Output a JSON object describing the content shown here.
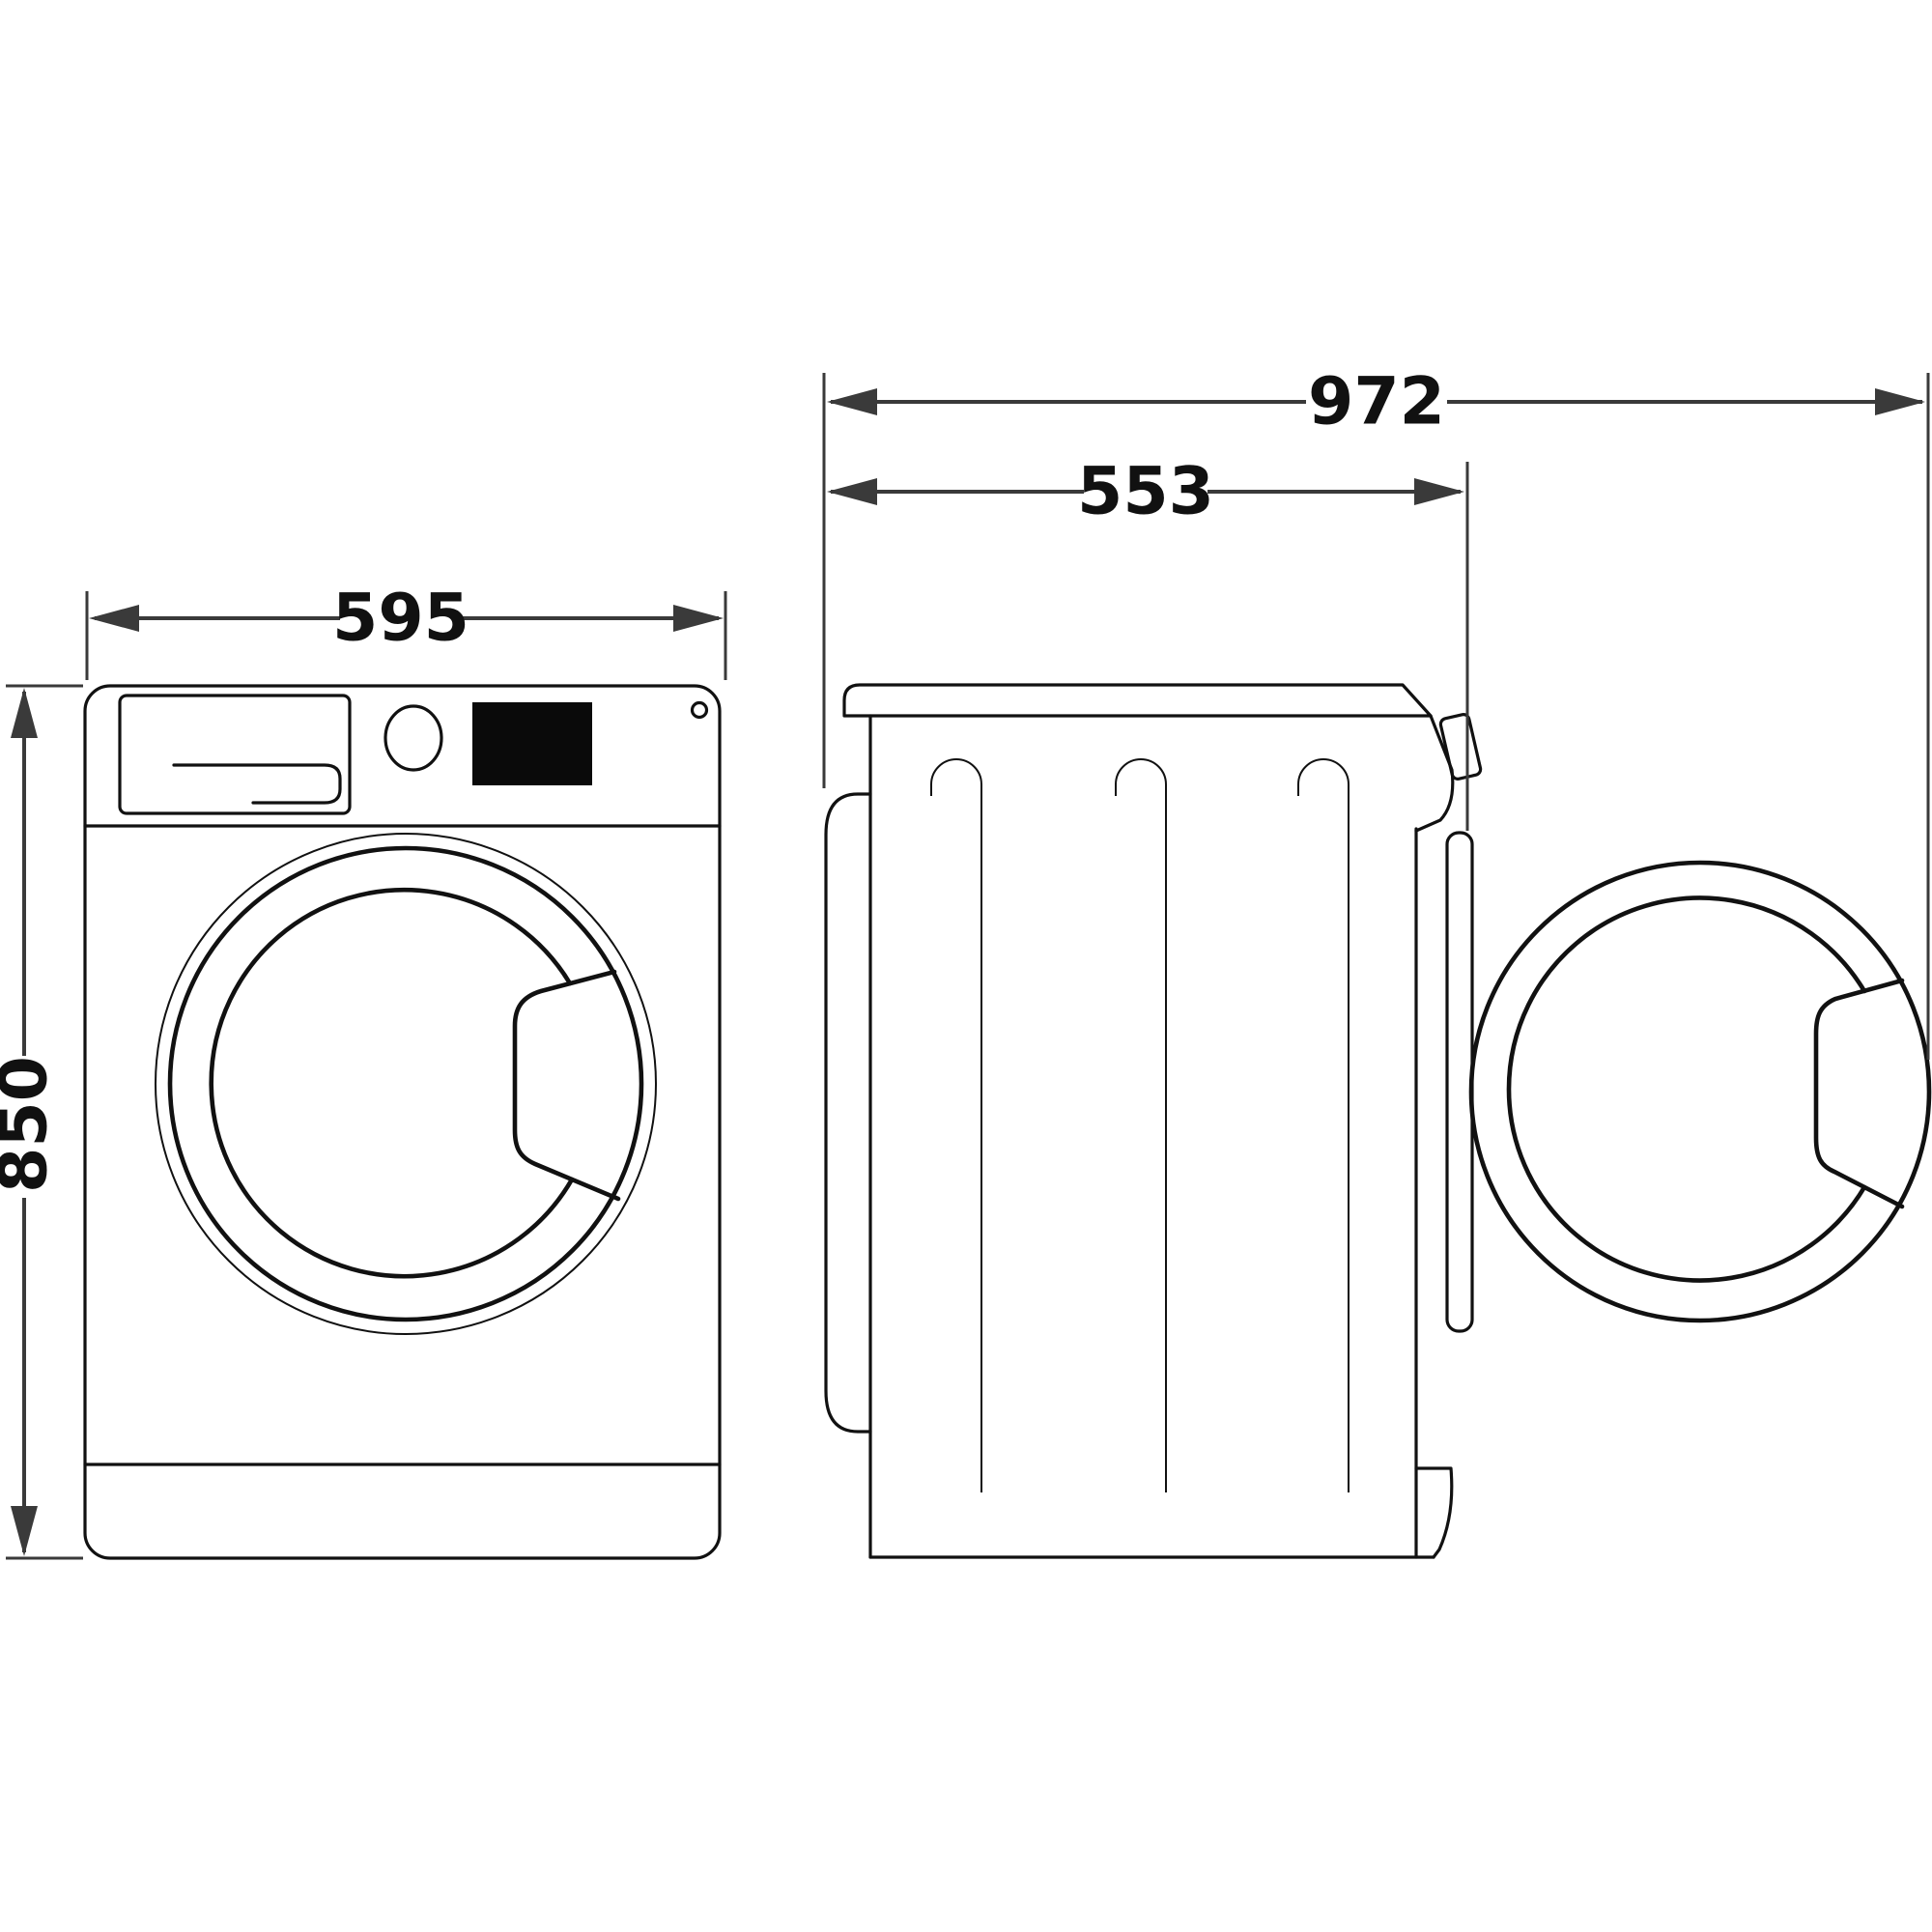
{
  "colors": {
    "bg": "#ffffff",
    "line": "#111111",
    "dim": "#3a3a3a",
    "display": "#0a0a0a"
  },
  "diagram": {
    "dimensions": {
      "width": {
        "label": "595"
      },
      "height": {
        "label": "850"
      },
      "depth_total": {
        "label": "972"
      },
      "depth_body": {
        "label": "553"
      }
    }
  }
}
